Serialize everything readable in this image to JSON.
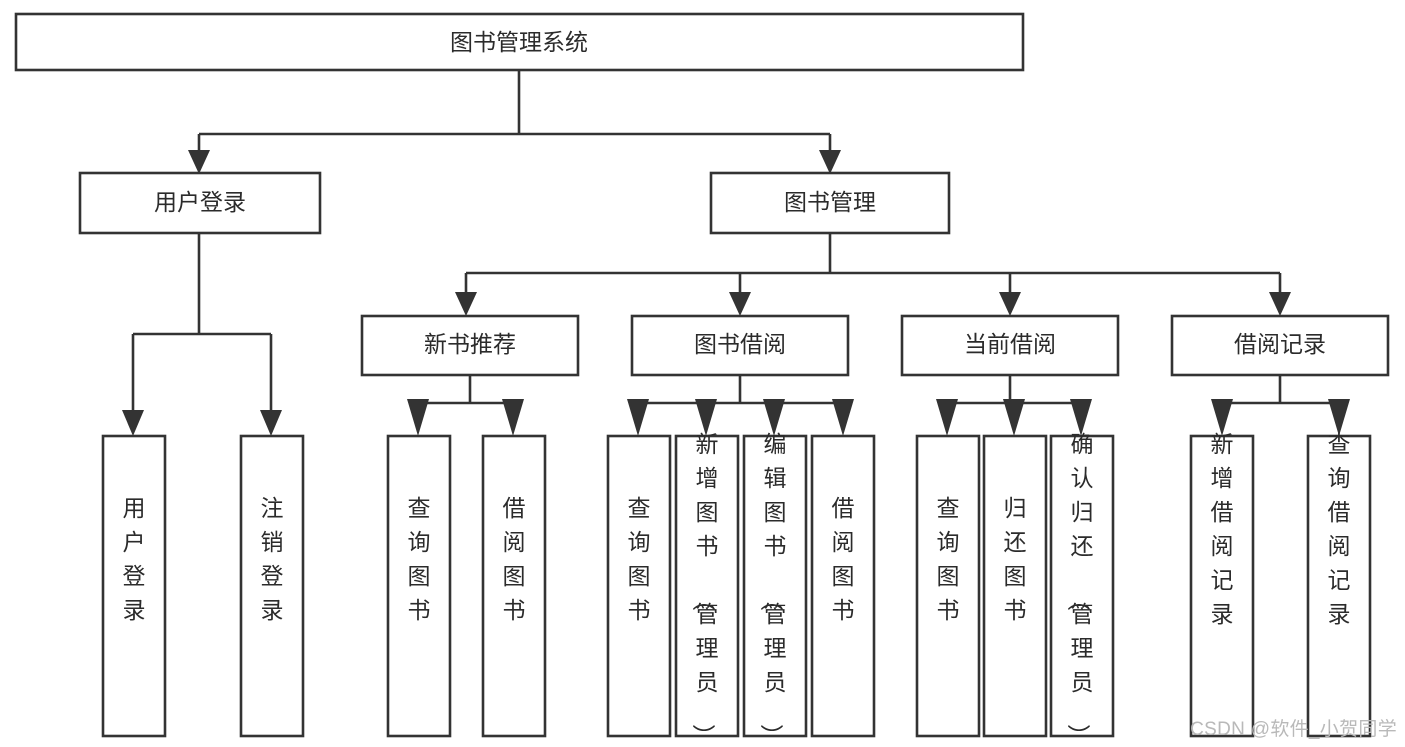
{
  "diagram": {
    "title": "图书管理系统",
    "type": "tree",
    "orientation": "top-down",
    "background_color": "#ffffff",
    "line_color": "#333333",
    "text_color": "#2b2b2b",
    "box_fill": "#ffffff",
    "levels": 4
  },
  "nodes": {
    "root": {
      "label": "图书管理系统"
    },
    "level2": [
      {
        "id": "user-login",
        "label": "用户登录"
      },
      {
        "id": "book-manage",
        "label": "图书管理"
      }
    ],
    "level3": [
      {
        "id": "new-book-recommend",
        "label": "新书推荐"
      },
      {
        "id": "book-borrow",
        "label": "图书借阅"
      },
      {
        "id": "current-borrow",
        "label": "当前借阅"
      },
      {
        "id": "borrow-record",
        "label": "借阅记录"
      }
    ],
    "leaves": {
      "user-login": [
        {
          "id": "leaf-user-login",
          "label": "用户登录"
        },
        {
          "id": "leaf-logout-login",
          "label": "注销登录"
        }
      ],
      "new-book-recommend": [
        {
          "id": "leaf-query-book-1",
          "label": "查询图书"
        },
        {
          "id": "leaf-borrow-book-1",
          "label": "借阅图书"
        }
      ],
      "book-borrow": [
        {
          "id": "leaf-query-book-2",
          "label": "查询图书"
        },
        {
          "id": "leaf-add-book",
          "label": "新增图书（管理员）"
        },
        {
          "id": "leaf-edit-book",
          "label": "编辑图书（管理员）"
        },
        {
          "id": "leaf-borrow-book-2",
          "label": "借阅图书"
        }
      ],
      "current-borrow": [
        {
          "id": "leaf-query-book-3",
          "label": "查询图书"
        },
        {
          "id": "leaf-return-book",
          "label": "归还图书"
        },
        {
          "id": "leaf-confirm-return",
          "label": "确认归还（管理员）"
        }
      ],
      "borrow-record": [
        {
          "id": "leaf-add-record",
          "label": "新增借阅记录"
        },
        {
          "id": "leaf-query-record",
          "label": "查询借阅记录"
        }
      ]
    }
  },
  "watermark": {
    "text": "CSDN @软件_小贺同学",
    "color": "#b9b9b9"
  }
}
